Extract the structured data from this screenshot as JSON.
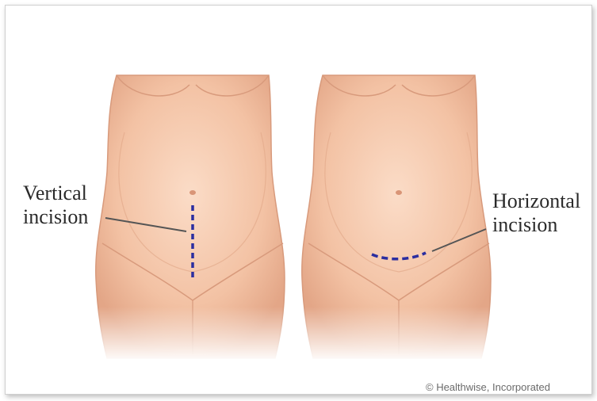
{
  "labels": {
    "vertical_line1": "Vertical",
    "vertical_line2": "incision",
    "horizontal_line1": "Horizontal",
    "horizontal_line2": "incision"
  },
  "copyright": "© Healthwise, Incorporated",
  "colors": {
    "skin": "#f4c4a6",
    "skin_shadow": "#e2a587",
    "incision": "#2b2ea0",
    "leader_line": "#555555"
  }
}
